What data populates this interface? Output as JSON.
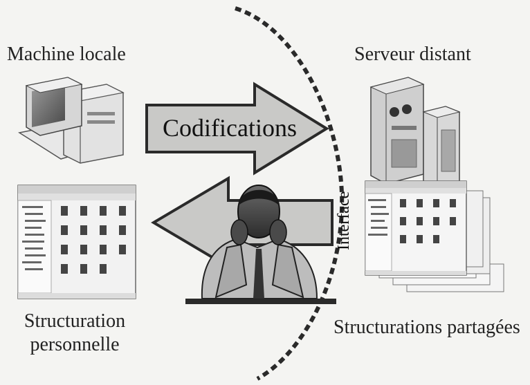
{
  "labels": {
    "local_machine": "Machine locale",
    "remote_server": "Serveur distant",
    "codifications": "Codifications",
    "interface": "Interface",
    "personal_structuring_line1": "Structuration",
    "personal_structuring_line2": "personnelle",
    "shared_structurings": "Structurations partagées"
  },
  "icons": {
    "local_machine": "desktop-computer-icon",
    "remote_server": "server-cabinet-icon",
    "personal_window": "file-explorer-window-icon",
    "shared_windows": "stacked-explorer-windows-icon",
    "person": "worried-person-icon"
  },
  "colors": {
    "arrow_fill": "#c9c9c7",
    "arrow_stroke": "#2a2a2a",
    "dashed_curve": "#2a2a2a",
    "background": "#f4f4f2"
  }
}
